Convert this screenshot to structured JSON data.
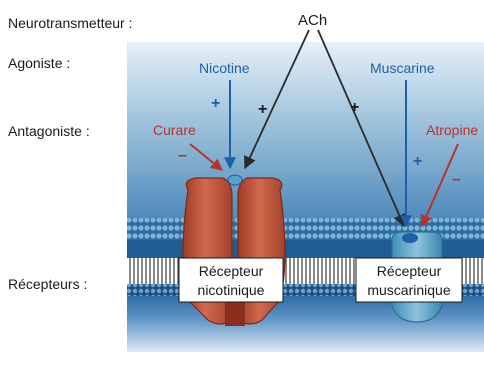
{
  "row_labels": {
    "neurotransmitter": "Neurotransmetteur :",
    "agonist": "Agoniste :",
    "antagonist": "Antagoniste :",
    "receptors": "Récepteurs :"
  },
  "neurotransmitter_name": "ACh",
  "nicotinic_side": {
    "agonist": "Nicotine",
    "antagonist": "Curare",
    "receptor_line1": "Récepteur",
    "receptor_line2": "nicotinique"
  },
  "muscarinic_side": {
    "agonist": "Muscarine",
    "antagonist": "Atropine",
    "receptor_line1": "Récepteur",
    "receptor_line2": "muscarinique"
  },
  "signs": {
    "plus": "+",
    "minus": "–"
  },
  "colors": {
    "agonist": "#1d5fa8",
    "antagonist": "#b8322a",
    "ach_arrow": "#2a2a2a",
    "receptor_nicotinic": "#c0533a",
    "receptor_muscarinic": "#6faed0"
  }
}
